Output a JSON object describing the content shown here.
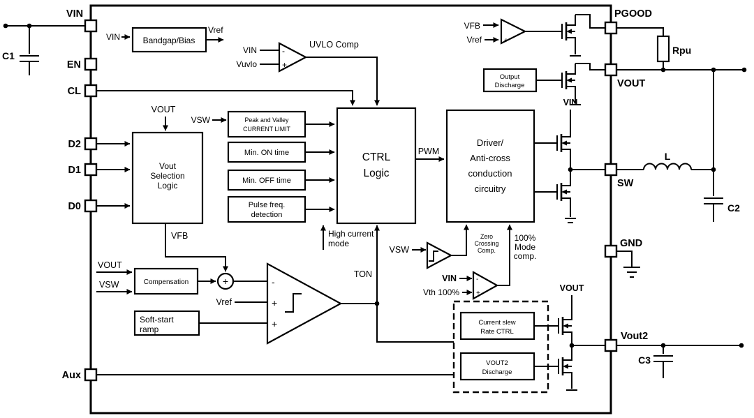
{
  "pins": {
    "left": [
      "VIN",
      "EN",
      "CL",
      "D2",
      "D1",
      "D0",
      "Aux"
    ],
    "right": [
      "PGOOD",
      "VOUT",
      "SW",
      "GND",
      "Vout2"
    ]
  },
  "external": {
    "c1": "C1",
    "rpu": "Rpu",
    "inductor": "L",
    "c2": "C2",
    "c3": "C3"
  },
  "blocks": {
    "bandgap": "Bandgap/Bias",
    "uvlo": "UVLO Comp",
    "output_discharge": [
      "Output",
      "Discharge"
    ],
    "vout_selection": [
      "Vout",
      "Selection",
      "Logic"
    ],
    "peak_valley": [
      "Peak and Valley",
      "CURRENT LIMIT"
    ],
    "min_on": "Min. ON time",
    "min_off": "Min. OFF time",
    "pulse_freq": [
      "Pulse freq.",
      "detection"
    ],
    "ctrl": [
      "CTRL",
      "Logic"
    ],
    "driver": [
      "Driver/",
      "Anti-cross",
      "conduction",
      "circuitry"
    ],
    "compensation": "Compensation",
    "soft_start": [
      "Soft-start",
      "ramp"
    ],
    "zero_crossing": [
      "Zero",
      "Crossing",
      "Comp."
    ],
    "mode100": [
      "100%",
      "Mode",
      "comp."
    ],
    "current_slew": [
      "Current slew",
      "Rate CTRL"
    ],
    "vout2_discharge": [
      "VOUT2",
      "Discharge"
    ]
  },
  "labels": {
    "vin_bg": "VIN",
    "vref_bg": "Vref",
    "vin_uvlo": "VIN",
    "vuvlo": "Vuvlo",
    "vfb_pg": "VFB",
    "vref_pg": "Vref",
    "vout_sel": "VOUT",
    "vsw_cl": "VSW",
    "pwm": "PWM",
    "vin_fet": "VIN",
    "vfb": "VFB",
    "high_current": [
      "High current",
      "mode"
    ],
    "ton": "TON",
    "vsw_zc": "VSW",
    "vin_100": "VIN",
    "vth_100": "Vth 100%",
    "vout_comp": "VOUT",
    "vsw_comp": "VSW",
    "vref_ea": "Vref",
    "vout_fet": "VOUT",
    "plus": "+",
    "minus": "-"
  }
}
